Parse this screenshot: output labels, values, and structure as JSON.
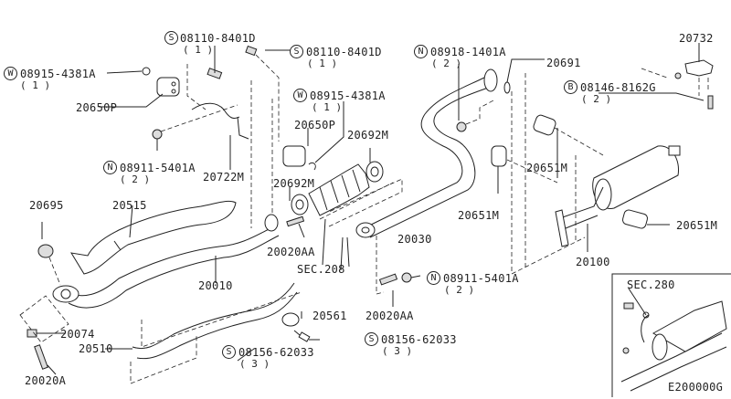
{
  "diagram_code": "E200000G",
  "part_labels": {
    "p20732": "20732",
    "p20691": "20691",
    "p20650P_a": "20650P",
    "p20650P_b": "20650P",
    "p20722M": "20722M",
    "p20692M_a": "20692M",
    "p20692M_b": "20692M",
    "p20651M_a": "20651M",
    "p20651M_b": "20651M",
    "p20651M_c": "20651M",
    "p20695": "20695",
    "p20515": "20515",
    "p20010": "20010",
    "p20030": "20030",
    "p20100": "20100",
    "p20020AA_a": "20020AA",
    "p20020AA_b": "20020AA",
    "p20561": "20561",
    "p20074": "20074",
    "p20510": "20510",
    "p20020A": "20020A",
    "sec208": "SEC.208",
    "sec280": "SEC.280"
  },
  "fasteners": {
    "s1": {
      "symbol": "S",
      "part": "08110-8401D",
      "qty": "( 1 )"
    },
    "s2": {
      "symbol": "S",
      "part": "08110-8401D",
      "qty": "( 1 )"
    },
    "w1": {
      "symbol": "W",
      "part": "08915-4381A",
      "qty": "( 1 )"
    },
    "w2": {
      "symbol": "W",
      "part": "08915-4381A",
      "qty": "( 1 )"
    },
    "n1": {
      "symbol": "N",
      "part": "08911-5401A",
      "qty": "( 2 )"
    },
    "n2": {
      "symbol": "N",
      "part": "08918-1401A",
      "qty": "( 2 )"
    },
    "n3": {
      "symbol": "N",
      "part": "08911-5401A",
      "qty": "( 2 )"
    },
    "b1": {
      "symbol": "B",
      "part": "08146-8162G",
      "qty": "( 2 )"
    },
    "s3": {
      "symbol": "S",
      "part": "08156-62033",
      "qty": "( 3 )"
    },
    "s4": {
      "symbol": "S",
      "part": "08156-62033",
      "qty": "( 3 )"
    }
  }
}
